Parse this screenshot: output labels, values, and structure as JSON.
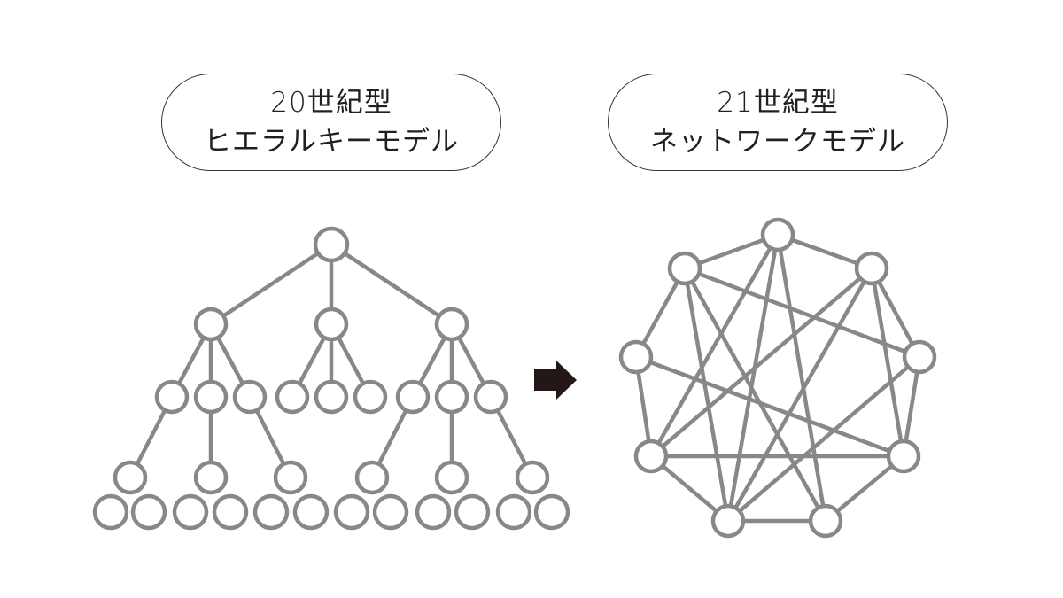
{
  "left_label": {
    "line1": "20世紀型",
    "line2": "ヒエラルキーモデル"
  },
  "right_label": {
    "line1": "21世紀型",
    "line2": "ネットワークモデル"
  },
  "arrow_icon": "right-arrow",
  "colors": {
    "node_stroke": "#888888",
    "edge": "#888888",
    "arrow": "#231815",
    "text": "#231f20"
  }
}
